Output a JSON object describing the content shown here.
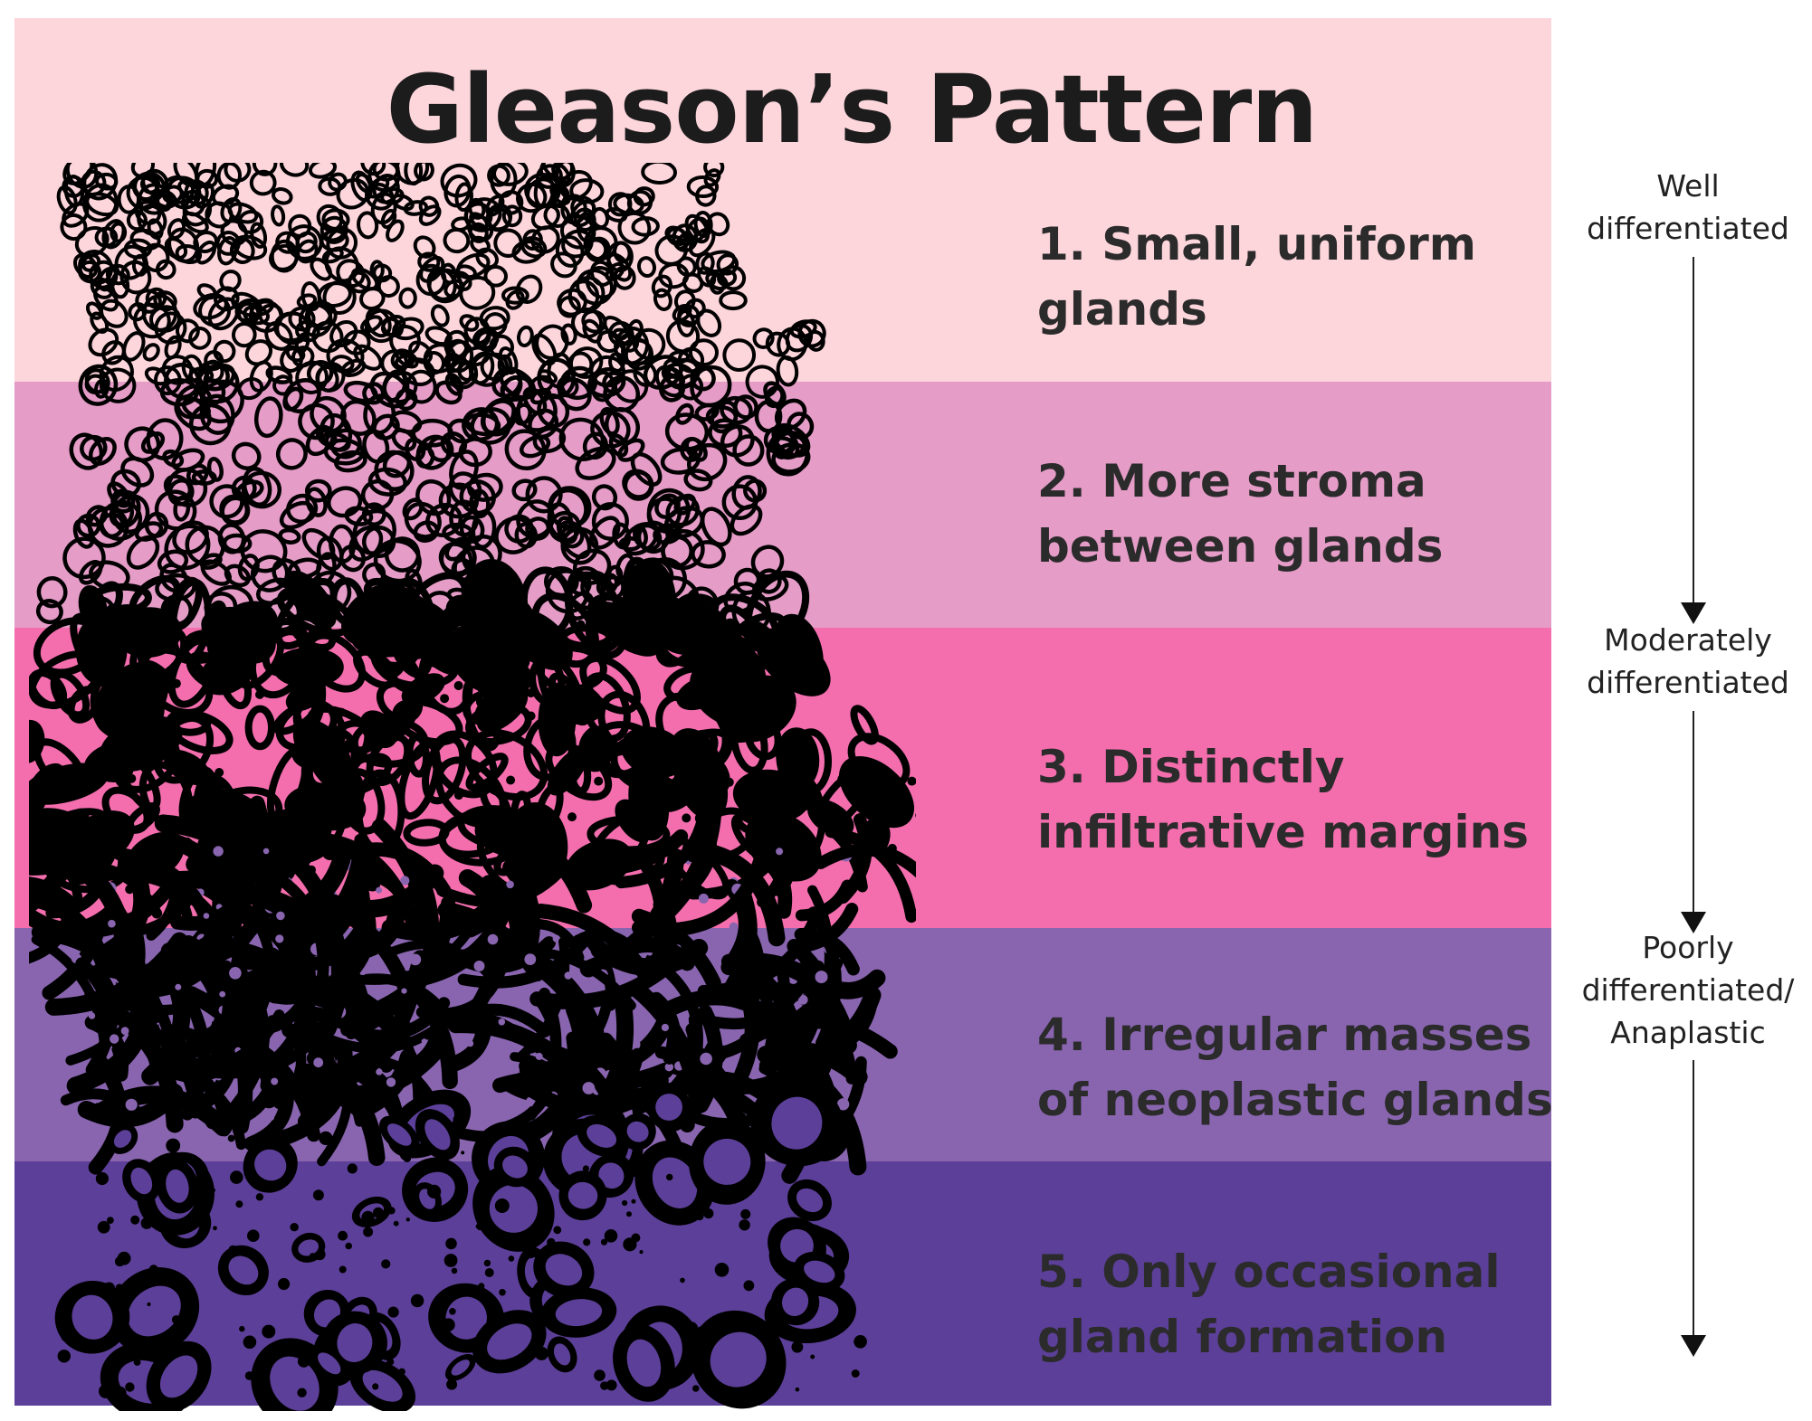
{
  "title": "Gleason’s Pattern",
  "colors": {
    "band_1": "#fdd6dc",
    "band_2": "#e59cc7",
    "band_3": "#f46eae",
    "band_4": "#8965b0",
    "band_5": "#5c3f98",
    "ink": "#000000"
  },
  "grades": [
    {
      "lines": [
        "1. Small, uniform",
        "glands"
      ]
    },
    {
      "lines": [
        "2. More stroma",
        "between glands"
      ]
    },
    {
      "lines": [
        "3. Distinctly",
        "infiltrative margins"
      ]
    },
    {
      "lines": [
        "4. Irregular masses",
        "of neoplastic glands"
      ]
    },
    {
      "lines": [
        "5. Only occasional",
        "gland formation"
      ]
    }
  ],
  "scale": {
    "well": [
      "Well",
      "differentiated"
    ],
    "moderate": [
      "Moderately",
      "differentiated"
    ],
    "poor": [
      "Poorly",
      "differentiated/",
      "Anaplastic"
    ]
  }
}
